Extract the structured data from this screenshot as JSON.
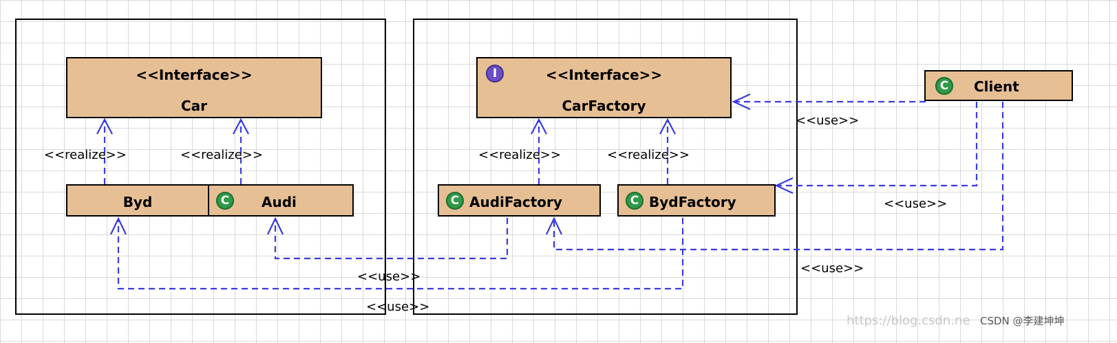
{
  "colors": {
    "class_fill": "#e6bf95",
    "link": "#3a3ae0",
    "class_badge": "#2f9a47",
    "interface_badge": "#6d4fc4"
  },
  "classes": {
    "car": {
      "stereotype": "<<Interface>>",
      "name": "Car"
    },
    "car_factory": {
      "stereotype": "<<Interface>>",
      "name": "CarFactory",
      "icon": "interface-icon"
    },
    "client": {
      "name": "Client",
      "icon": "class-icon"
    },
    "byd": {
      "name": "Byd"
    },
    "audi": {
      "name": "Audi",
      "icon": "class-icon"
    },
    "audi_factory": {
      "name": "AudiFactory",
      "icon": "class-icon"
    },
    "byd_factory": {
      "name": "BydFactory",
      "icon": "class-icon"
    }
  },
  "badges": {
    "class_letter": "C",
    "interface_letter": "I"
  },
  "labels": {
    "realize_byd": "<<realize>>",
    "realize_audi": "<<realize>>",
    "realize_audi_factory": "<<realize>>",
    "realize_byd_factory": "<<realize>>",
    "use_client_factory": "<<use>>",
    "use_client_byd_factory": "<<use>>",
    "use_client_audi_factory": "<<use>>",
    "use_audi_factory_audi": "<<use>>",
    "use_byd_factory_byd": "<<use>>"
  },
  "watermark": {
    "url": "https://blog.csdn.ne",
    "credit": "CSDN @李建坤坤"
  }
}
